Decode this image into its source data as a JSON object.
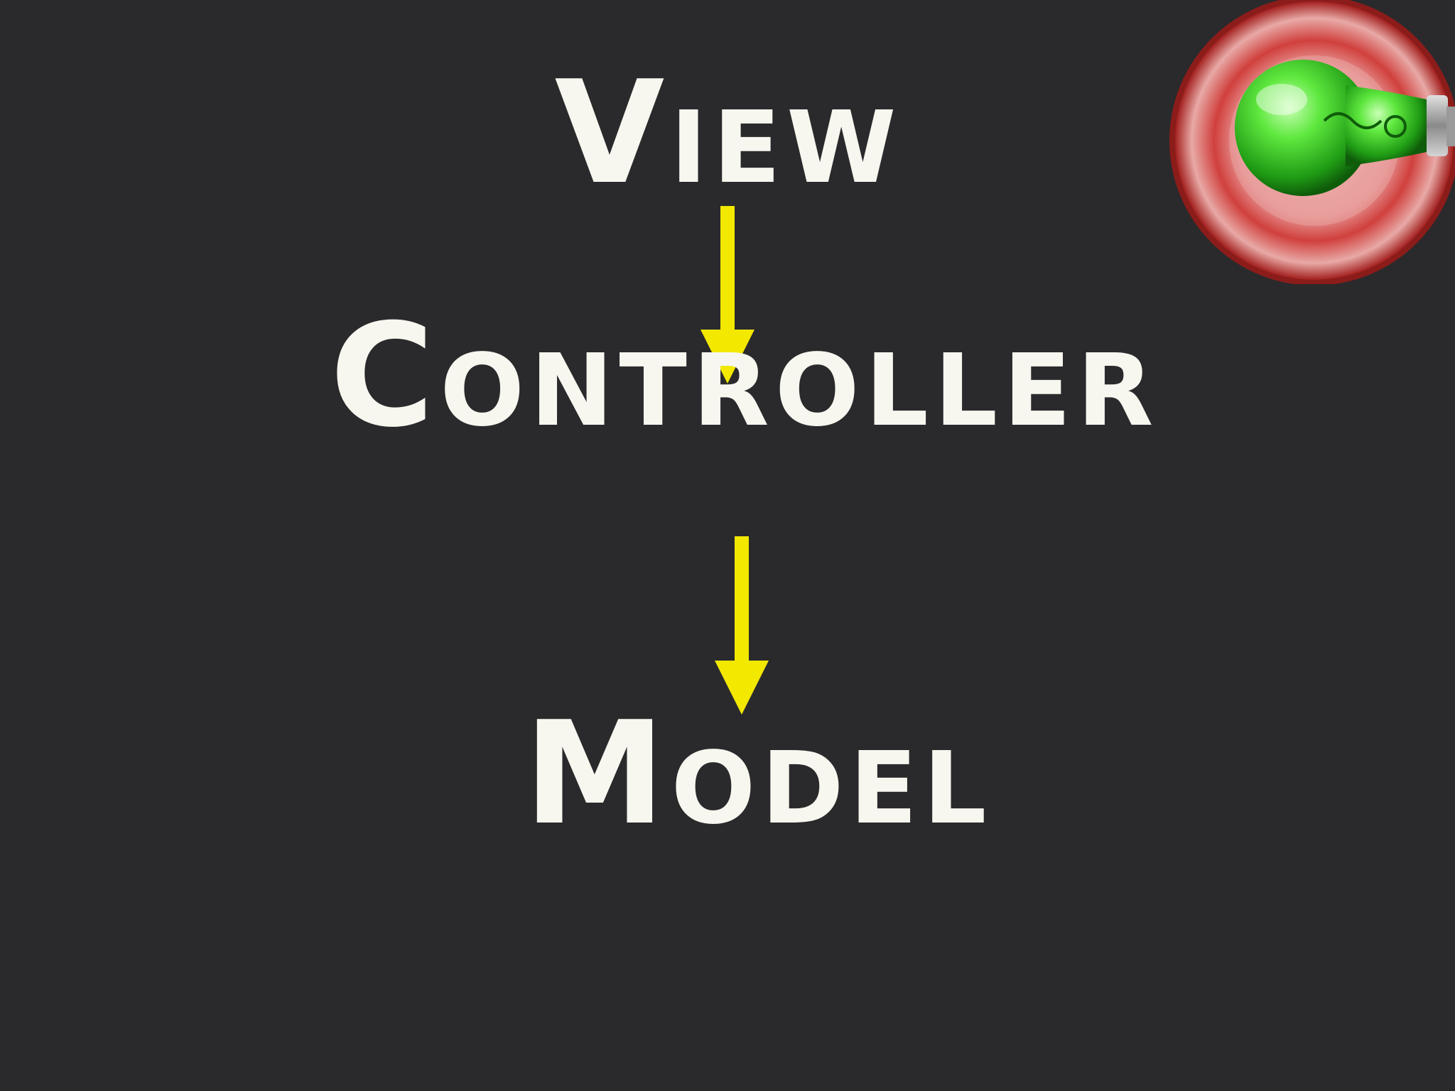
{
  "diagram": {
    "nodes": [
      {
        "id": "view",
        "label": "View"
      },
      {
        "id": "controller",
        "label": "Controller"
      },
      {
        "id": "model",
        "label": "Model"
      }
    ],
    "edges": [
      {
        "from": "view",
        "to": "controller"
      },
      {
        "from": "controller",
        "to": "model"
      }
    ]
  },
  "colors": {
    "background": "#2a2a2c",
    "text": "#f7f7f0",
    "arrow": "#f2e800",
    "badge_ring": "#c42a2a",
    "bulb": "#3fd12a"
  },
  "icons": {
    "badge": "green-lightbulb-icon"
  }
}
